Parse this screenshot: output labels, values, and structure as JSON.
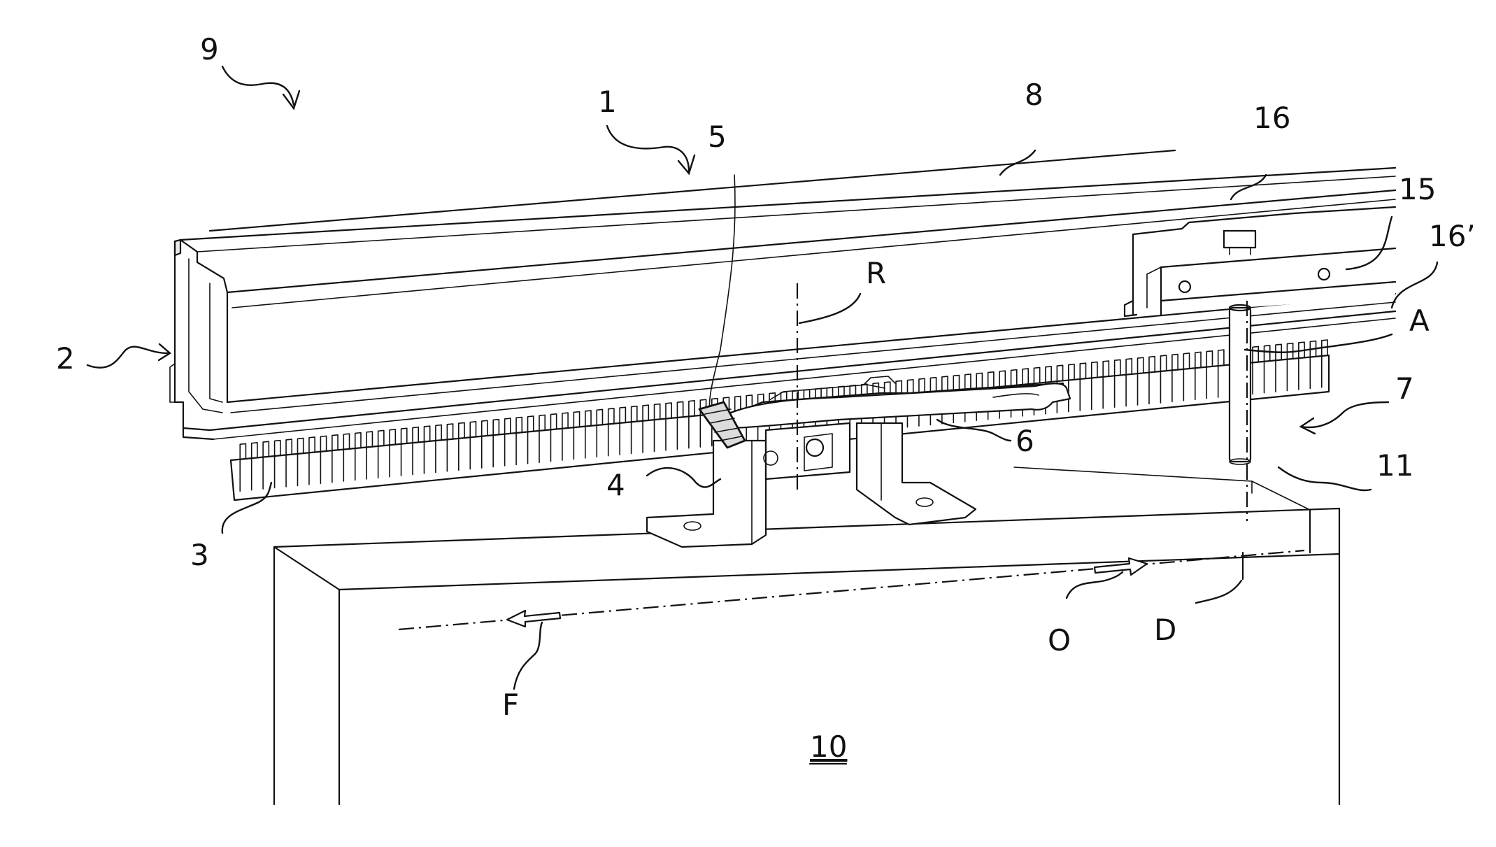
{
  "figure": {
    "labels": {
      "l9": "9",
      "l1": "1",
      "l5": "5",
      "l8": "8",
      "l16": "16",
      "l15": "15",
      "l16p": "16’",
      "l2": "2",
      "lR": "R",
      "lA": "A",
      "l7": "7",
      "l6": "6",
      "l4": "4",
      "l11": "11",
      "l3": "3",
      "lO": "O",
      "lD": "D",
      "lF": "F",
      "l10": "10"
    }
  }
}
